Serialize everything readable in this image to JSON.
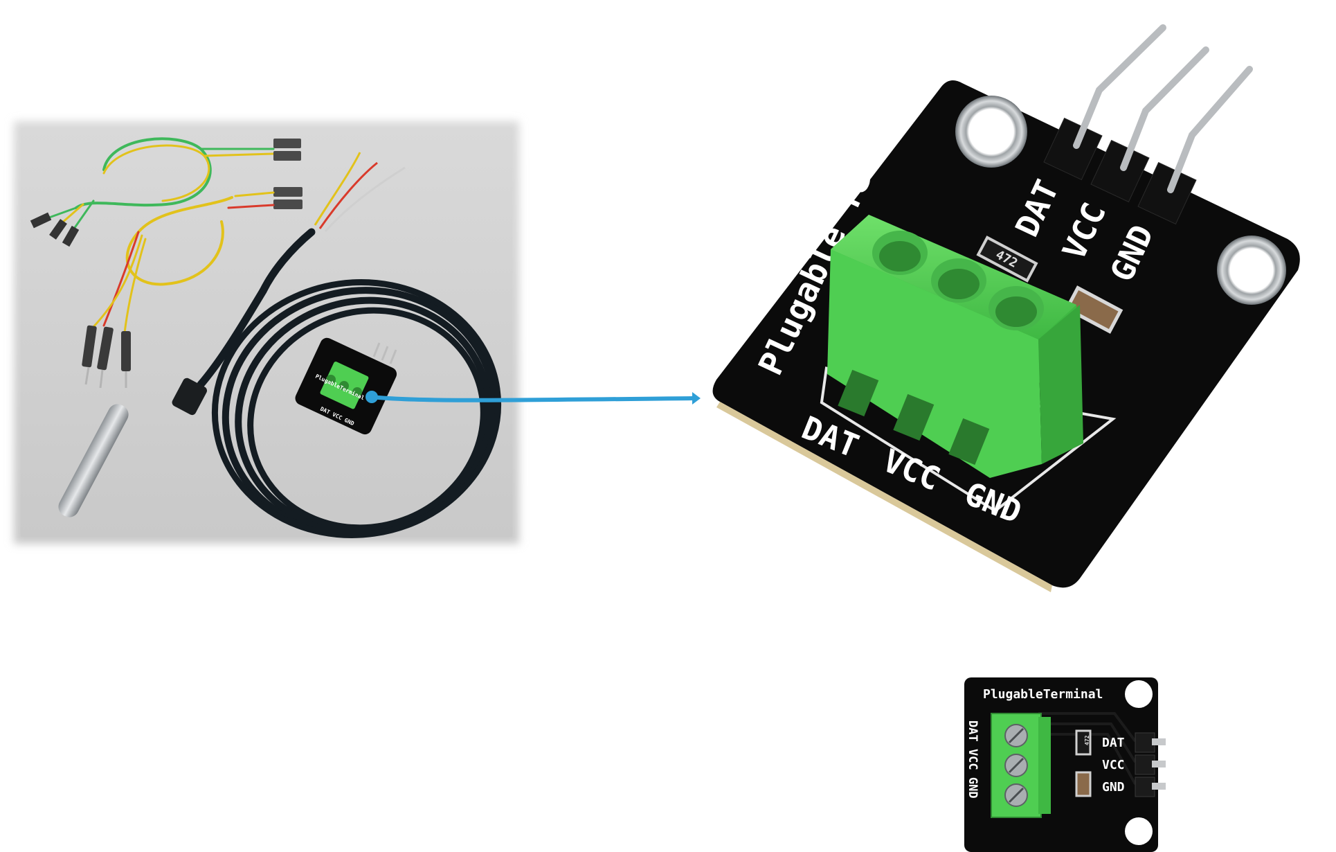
{
  "large_module": {
    "brand": "Plugable Terminal",
    "pins": [
      "DAT",
      "VCC",
      "GND"
    ],
    "resistor_code": "472"
  },
  "small_module": {
    "brand": "PlugableTerminal",
    "pins": [
      "DAT",
      "VCC",
      "GND"
    ],
    "screw_labels": "DAT VCC GND",
    "resistor_code": "472"
  },
  "thumb_module": {
    "brand": "PlugableTerminal",
    "screw_labels": "DAT VCC GND"
  },
  "colors": {
    "pcb": "#0b0b0b",
    "terminal_green": "#4fce52",
    "arrow": "#2f9fd7",
    "cable": "#141c22",
    "probe": "#bfc3c6",
    "wire_yellow": "#e2c21b",
    "wire_green": "#3fb85b"
  },
  "icons": {
    "callout_arrow": "arrow-right-icon"
  }
}
